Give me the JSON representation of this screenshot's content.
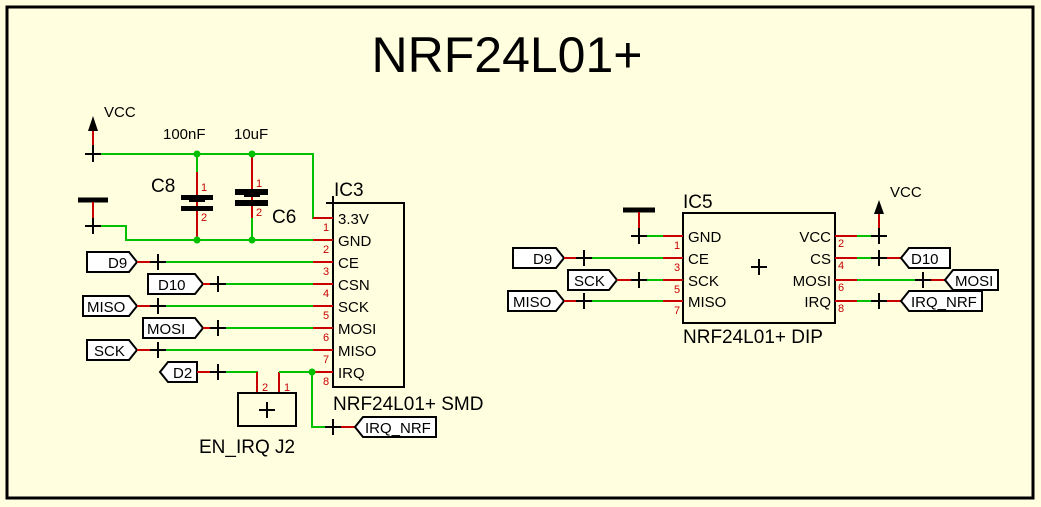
{
  "title": "NRF24L01+",
  "colors": {
    "background": "#ffffe0",
    "wire": "#00c000",
    "pin": "#c80000",
    "junction": "#00c000",
    "outline": "#000000"
  },
  "power": {
    "vcc_label": "VCC"
  },
  "capacitors": [
    {
      "ref": "C8",
      "value": "100nF",
      "pin1": "1",
      "pin2": "2"
    },
    {
      "ref": "C6",
      "value": "10uF",
      "pin1": "1",
      "pin2": "2"
    }
  ],
  "ic3": {
    "ref": "IC3",
    "part": "NRF24L01+ SMD",
    "pins": [
      {
        "num": "1",
        "name": "3.3V"
      },
      {
        "num": "2",
        "name": "GND"
      },
      {
        "num": "3",
        "name": "CE"
      },
      {
        "num": "4",
        "name": "CSN"
      },
      {
        "num": "5",
        "name": "SCK"
      },
      {
        "num": "6",
        "name": "MOSI"
      },
      {
        "num": "7",
        "name": "MISO"
      },
      {
        "num": "8",
        "name": "IRQ"
      }
    ],
    "net_labels": [
      "D9",
      "D10",
      "MISO",
      "MOSI",
      "SCK",
      "D2",
      "IRQ_NRF"
    ]
  },
  "jumper": {
    "ref": "EN_IRQ J2",
    "pin1": "1",
    "pin2": "2"
  },
  "ic5": {
    "ref": "IC5",
    "part": "NRF24L01+ DIP",
    "left_pins": [
      {
        "num": "1",
        "name": "GND"
      },
      {
        "num": "3",
        "name": "CE"
      },
      {
        "num": "5",
        "name": "SCK"
      },
      {
        "num": "7",
        "name": "MISO"
      }
    ],
    "right_pins": [
      {
        "num": "2",
        "name": "VCC"
      },
      {
        "num": "4",
        "name": "CS"
      },
      {
        "num": "6",
        "name": "MOSI"
      },
      {
        "num": "8",
        "name": "IRQ"
      }
    ],
    "left_net_labels": [
      "D9",
      "SCK",
      "MISO"
    ],
    "right_net_labels": [
      "D10",
      "MOSI",
      "IRQ_NRF"
    ]
  }
}
